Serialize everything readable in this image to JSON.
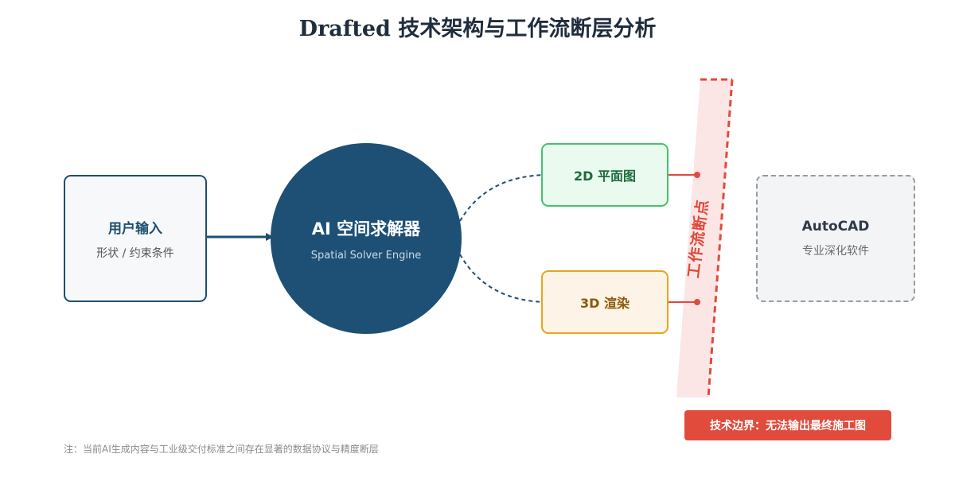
{
  "title": "Drafted 技术架构与工作流断层分析",
  "nodes": {
    "user_input": {
      "label": "用户输入",
      "sublabel": "形状 / 约束条件"
    },
    "solver": {
      "label": "AI 空间求解器",
      "sublabel": "Spatial Solver Engine"
    },
    "plan_2d": {
      "label": "2D 平面图"
    },
    "render_3d": {
      "label": "3D 渲染"
    },
    "autocad": {
      "label": "AutoCAD",
      "sublabel": "专业深化软件"
    }
  },
  "breakpoint": {
    "label": "工作流断点"
  },
  "boundary_badge": "技术边界：无法输出最终施工图",
  "note": "注：当前AI生成内容与工业级交付标准之间存在显著的数据协议与精度断层",
  "colors": {
    "primary": "#1e5075",
    "green": "#44c36c",
    "orange": "#e5a51e",
    "red": "#e04b3c",
    "gray": "#9a9a9a"
  }
}
